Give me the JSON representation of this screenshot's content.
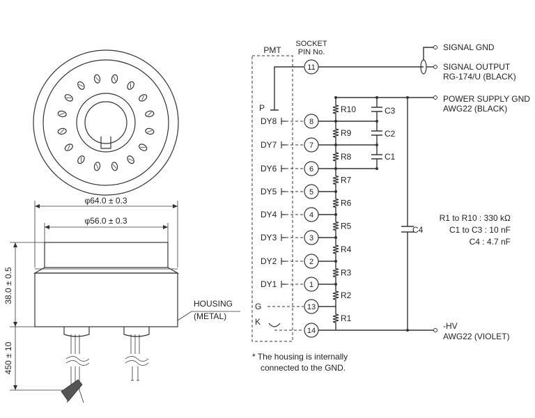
{
  "mechanical": {
    "dim_outer": "φ64.0 ± 0.3",
    "dim_inner": "φ56.0 ± 0.3",
    "dim_height": "38.0 ± 0.5",
    "dim_lead": "450 ± 10",
    "housing_label_1": "HOUSING",
    "housing_label_2": "(METAL)"
  },
  "schematic": {
    "pmt_label": "PMT",
    "socket_label_1": "SOCKET",
    "socket_label_2": "PIN No.",
    "anode_label": "P",
    "grid_label": "G",
    "cathode_label": "K",
    "dynodes": [
      {
        "label": "DY8",
        "pin": "8"
      },
      {
        "label": "DY7",
        "pin": "7"
      },
      {
        "label": "DY6",
        "pin": "6"
      },
      {
        "label": "DY5",
        "pin": "5"
      },
      {
        "label": "DY4",
        "pin": "4"
      },
      {
        "label": "DY3",
        "pin": "3"
      },
      {
        "label": "DY2",
        "pin": "2"
      },
      {
        "label": "DY1",
        "pin": "1"
      }
    ],
    "pin_signal": "11",
    "pin_grid": "13",
    "pin_cathode": "14",
    "resistors": [
      "R10",
      "R9",
      "R8",
      "R7",
      "R6",
      "R5",
      "R4",
      "R3",
      "R2",
      "R1"
    ],
    "capacitors": [
      "C3",
      "C2",
      "C1"
    ],
    "c4_label": "C4",
    "signal_gnd": "SIGNAL GND",
    "signal_output_1": "SIGNAL OUTPUT",
    "signal_output_2": "RG-174/U (BLACK)",
    "power_gnd_1": "POWER SUPPLY GND",
    "power_gnd_2": "AWG22 (BLACK)",
    "hv_1": "-HV",
    "hv_2": "AWG22 (VIOLET)",
    "values_1": "R1 to R10 : 330 kΩ",
    "values_2": "C1 to C3 : 10 nF",
    "values_3": "C4 : 4.7 nF",
    "note_1": "*  The housing is internally",
    "note_2": "connected to the GND."
  }
}
